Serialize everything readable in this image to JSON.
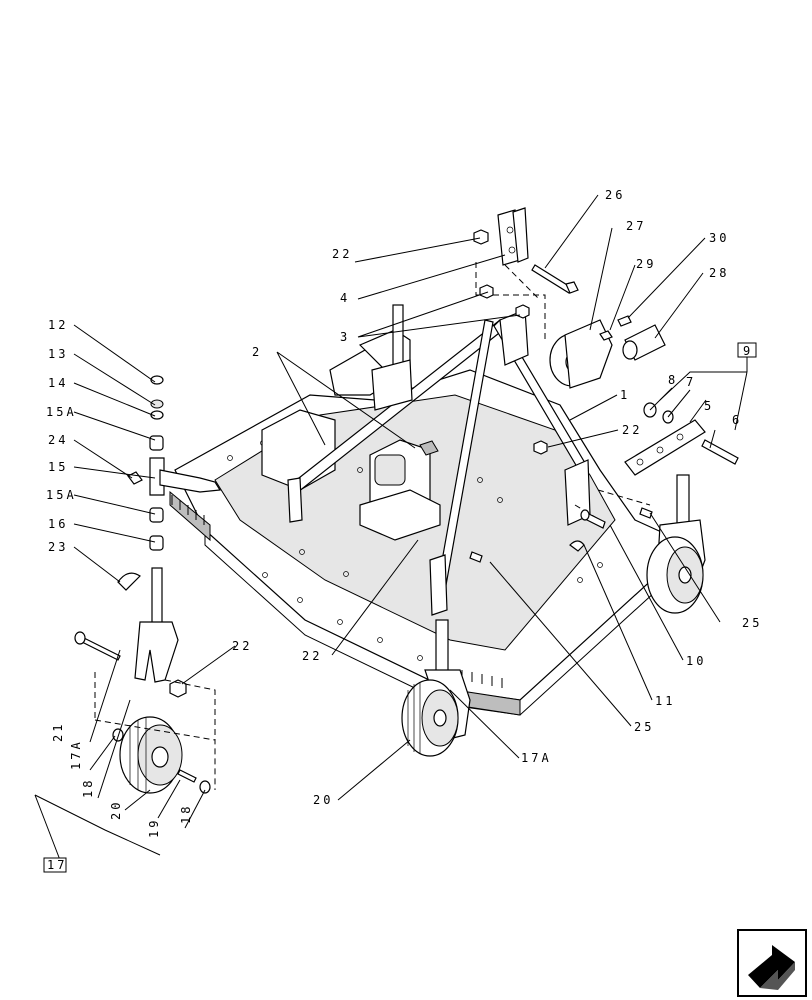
{
  "callouts": {
    "c26": "26",
    "c27": "27",
    "c30": "30",
    "c29": "29",
    "c28": "28",
    "c22a": "22",
    "c4": "4",
    "c3": "3",
    "c2": "2",
    "c1": "1",
    "c12": "12",
    "c13": "13",
    "c14": "14",
    "c15Aa": "15A",
    "c24": "24",
    "c15": "15",
    "c15Ab": "15A",
    "c16": "16",
    "c23": "23",
    "c22b": "22",
    "c9": "9",
    "c8": "8",
    "c7": "7",
    "c5": "5",
    "c6": "6",
    "c22c": "22",
    "c25a": "25",
    "c10": "10",
    "c11": "11",
    "c25b": "25",
    "c22d": "22",
    "c21": "21",
    "c17A_a": "17A",
    "c18a": "18",
    "c20a": "20",
    "c19": "19",
    "c18b": "18",
    "c17": "17",
    "c17A_b": "17A",
    "c20b": "20"
  },
  "icons": {
    "nav": "next-page-arrow-icon"
  }
}
